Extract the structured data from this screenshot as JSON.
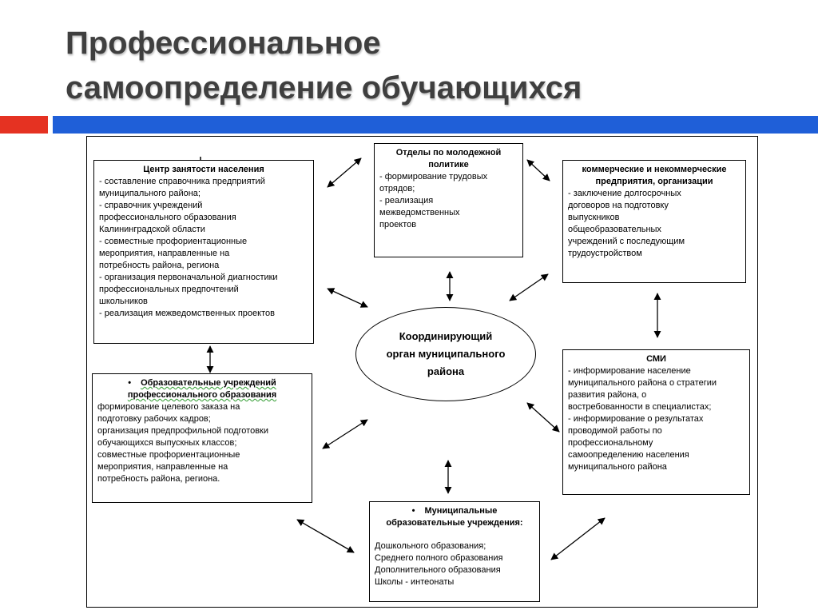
{
  "title": {
    "line1": "Профессиональное",
    "line2": "самоопределение обучающихся"
  },
  "colors": {
    "accent_red": "#e53222",
    "accent_blue": "#1f5fd8",
    "title": "#3f3f3f"
  },
  "center": {
    "text": "Координирующий орган муниципального района"
  },
  "boxes": {
    "employment": {
      "head": "Центр занятости населения",
      "lines": [
        "- составление справочника предприятий",
        "муниципального района;",
        "- справочник учреждений",
        "профессионального образования",
        "Калининградской области",
        "- совместные профориентационные",
        "мероприятия, направленные на",
        "потребность района, региона",
        "- организация первоначальной диагностики",
        "профессиональных предпочтений",
        "школьников",
        "- реализация межведомственных проектов"
      ]
    },
    "youth": {
      "head1": "Отделы по молодежной",
      "head2": "политике",
      "lines": [
        "- формирование трудовых",
        "отрядов;",
        "- реализация",
        "межведомственных",
        "проектов"
      ]
    },
    "commercial": {
      "head1": "коммерческие и некоммерческие",
      "head2": "предприятия, организации",
      "lines": [
        "- заключение долгосрочных",
        "договоров на подготовку",
        "выпускников",
        "общеобразовательных",
        "учреждений с последующим",
        "трудоустройством"
      ]
    },
    "vocational": {
      "head1": "Образовательные учреждений",
      "head2": "профессионального образования",
      "lines": [
        "формирование целевого заказа на",
        "подготовку рабочих кадров;",
        "организация предпрофильной подготовки",
        "обучающихся выпускных классов;",
        "совместные профориентационные",
        "мероприятия, направленные на",
        "потребность района, региона."
      ]
    },
    "media": {
      "head": "СМИ",
      "lines": [
        "- информирование население",
        "муниципального района о стратегии",
        "развития района, о",
        "востребованности в специалистах;",
        "- информирование о результатах",
        "проводимой работы по",
        "профессиональному",
        "самоопределению населения",
        "муниципального района"
      ]
    },
    "municipal": {
      "head1": "Муниципальные",
      "head2": "образовательные учреждения:",
      "lines": [
        "Дошкольного образования;",
        "Среднего полного образования",
        "Дополнительного образования",
        "Школы - интеонаты"
      ]
    }
  }
}
